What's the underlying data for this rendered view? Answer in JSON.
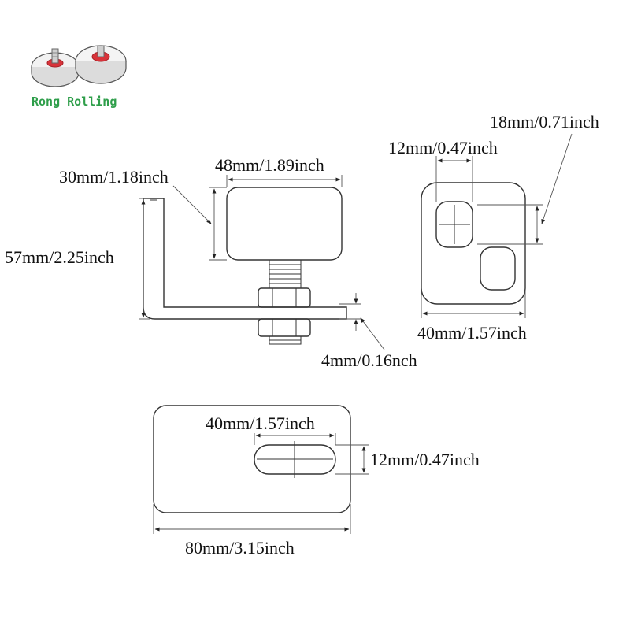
{
  "brand": {
    "name": "Rong Rolling",
    "color": "#2e9e4a",
    "accent": "#d8333a",
    "icon": "rubber-feet-logo-icon"
  },
  "side_view": {
    "width_label": "48mm/1.89inch",
    "block_height_label": "30mm/1.18inch",
    "total_height_label": "57mm/2.25inch",
    "thickness_label": "4mm/0.16nch"
  },
  "end_view": {
    "slot_width_label": "12mm/0.47inch",
    "slot_offset_label": "18mm/0.71inch",
    "width_label": "40mm/1.57inch"
  },
  "plate_view": {
    "slot_length_label": "40mm/1.57inch",
    "slot_height_label": "12mm/0.47inch",
    "length_label": "80mm/3.15inch"
  }
}
